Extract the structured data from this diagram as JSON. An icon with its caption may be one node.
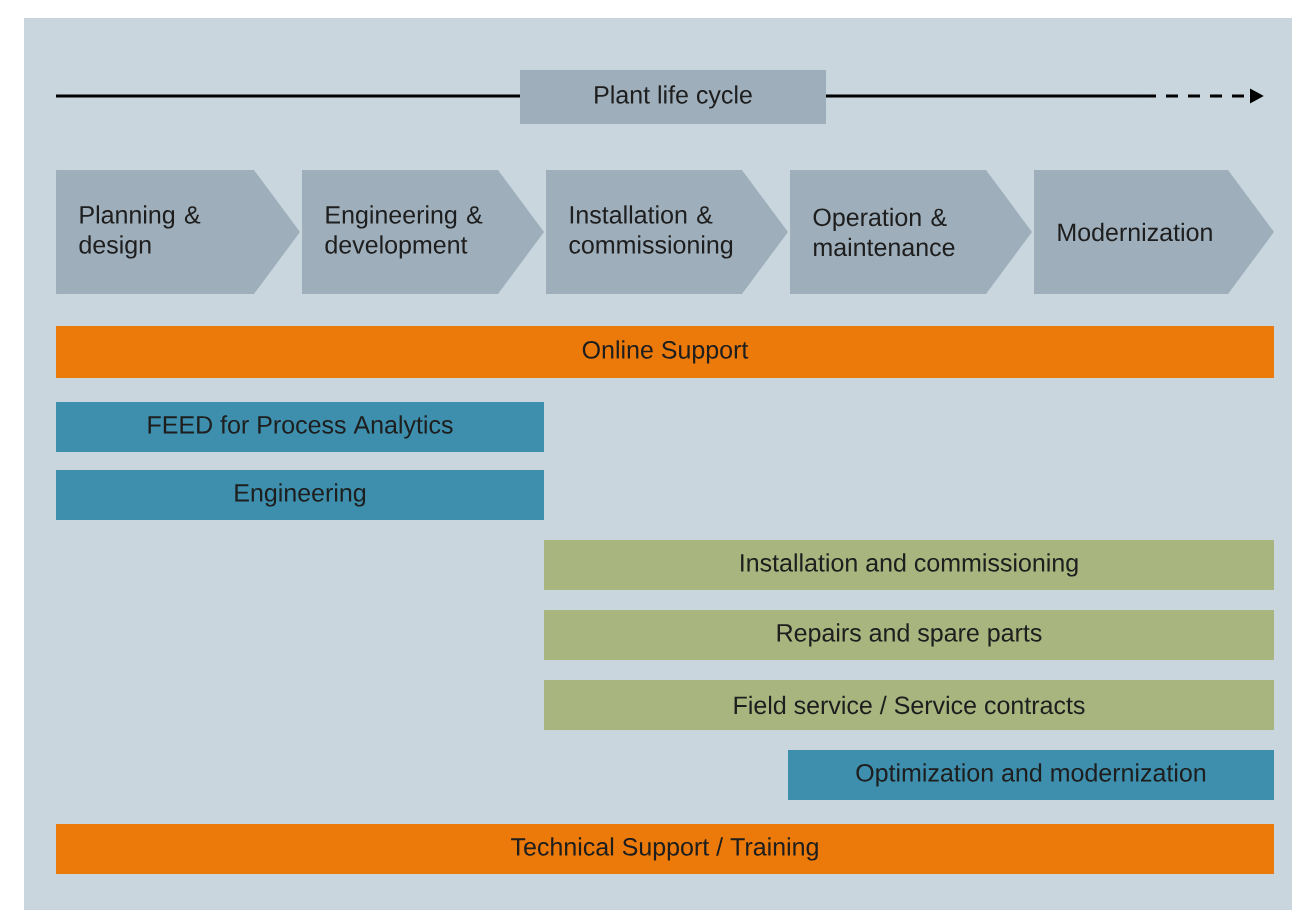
{
  "diagram": {
    "nodes": [
      {
        "text": [
          "Plant life cycle"
        ]
      },
      {
        "text": [
          "Planning & design"
        ]
      },
      {
        "text": [
          "Engineering & development"
        ]
      },
      {
        "text": [
          "Installation & commissioning"
        ]
      },
      {
        "text": [
          "Operation & maintenance"
        ]
      },
      {
        "text": [
          "Modernization"
        ]
      },
      {
        "text": [
          "Online Support"
        ]
      },
      {
        "text": [
          "FEED for Process Analytics"
        ]
      },
      {
        "text": [
          "Engineering"
        ]
      },
      {
        "text": [
          "Installation and commissioning"
        ]
      },
      {
        "text": [
          "Repairs and spare parts"
        ]
      },
      {
        "text": [
          "Field service / Service contracts"
        ]
      },
      {
        "text": [
          "Optimization and modernization"
        ]
      },
      {
        "text": [
          "Technical Support / Training"
        ]
      }
    ],
    "edges": []
  }
}
